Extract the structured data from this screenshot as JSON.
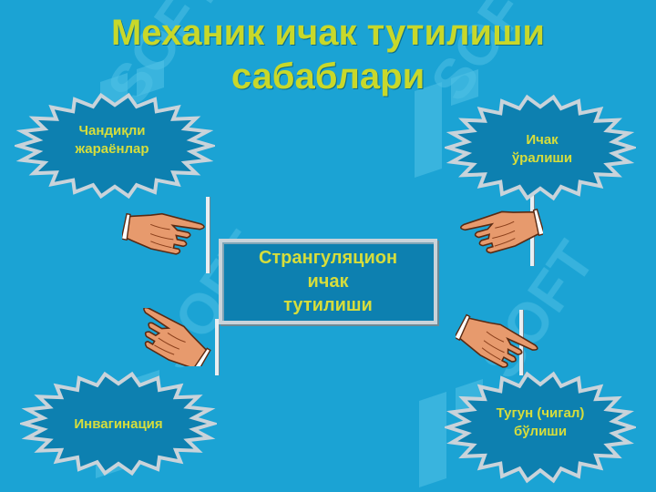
{
  "title": {
    "line1": "Механик ичак тутилиши",
    "line2": "сабаблари"
  },
  "center": {
    "line1": "Странгуляцион",
    "line2": "ичак",
    "line3": "тутилиши"
  },
  "causes": {
    "top_left": {
      "line1": "Чандиқли",
      "line2": "жараёнлар"
    },
    "top_right": {
      "line1": "Ичак",
      "line2": "ўралиши"
    },
    "bottom_left": {
      "line1": "Инвагинация"
    },
    "bottom_right": {
      "line1": "Тугун (чигал)",
      "line2": "бўлиши"
    }
  },
  "colors": {
    "background": "#1ba3d4",
    "title_text": "#c8d82a",
    "label_text": "#d6dd3c",
    "burst_fill": "#0d80b0",
    "burst_outline": "#c9d3da"
  },
  "icons": [
    "pointing-hand-icon",
    "soft-watermark-icon"
  ]
}
